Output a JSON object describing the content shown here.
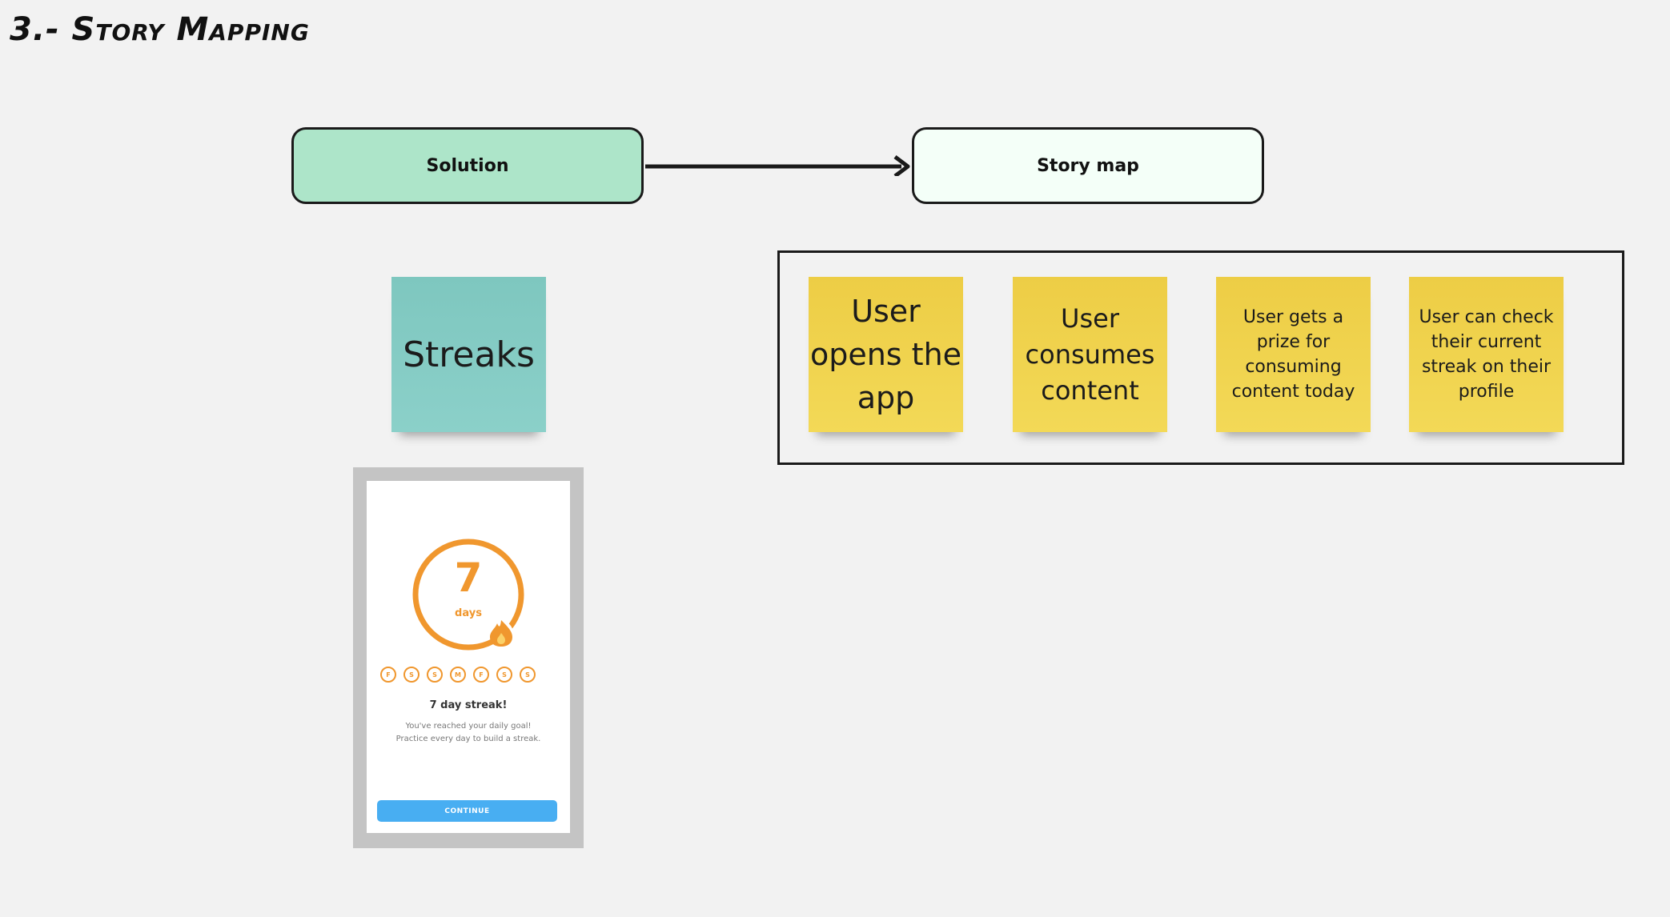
{
  "board": {
    "title": "3.- Story Mapping"
  },
  "flow": {
    "solution_label": "Solution",
    "storymap_label": "Story map"
  },
  "solution_sticky": {
    "text": "Streaks",
    "color": "#85cdc5"
  },
  "story_stickies": [
    {
      "text": "User opens the app",
      "color": "#f0d24d"
    },
    {
      "text": "User consumes content",
      "color": "#f0d24d"
    },
    {
      "text": "User gets a prize for consuming content today",
      "color": "#f0d24d"
    },
    {
      "text": "User can check their current streak on their profile",
      "color": "#f0d24d"
    }
  ],
  "phone_mockup": {
    "streak_number": "7",
    "streak_unit": "days",
    "weekdays": [
      "F",
      "S",
      "S",
      "M",
      "F",
      "S",
      "S"
    ],
    "title": "7 day streak!",
    "description": "You've reached your daily goal!\nPractice every day to build a streak.",
    "button_label": "CONTINUE",
    "accent_color": "#f0972e",
    "button_color": "#48aef2",
    "icon": "flame-icon"
  }
}
